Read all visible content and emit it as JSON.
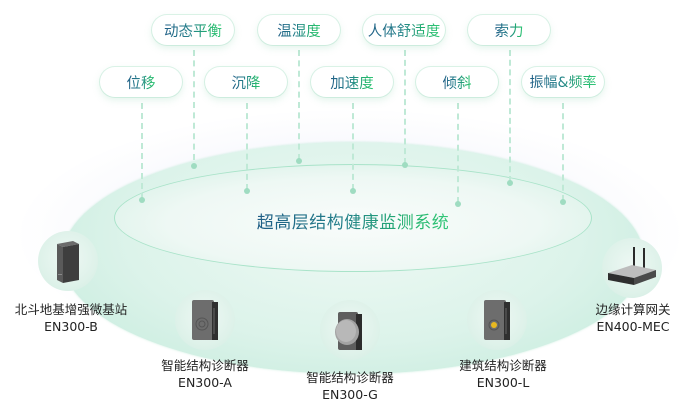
{
  "title": "超高层结构健康监测系统",
  "colors": {
    "gradient_start": "#1f5e86",
    "gradient_end": "#34c879",
    "ellipse_fill": "#d8f1e7",
    "ellipse_border": "#a9e3c9",
    "connector": "#bfe9d6"
  },
  "metrics_top_row": [
    {
      "label": "动态平衡"
    },
    {
      "label": "温湿度"
    },
    {
      "label": "人体舒适度"
    },
    {
      "label": "索力"
    }
  ],
  "metrics_bottom_row": [
    {
      "label": "位移"
    },
    {
      "label": "沉降"
    },
    {
      "label": "加速度"
    },
    {
      "label": "倾斜"
    },
    {
      "label": "振幅&频率"
    }
  ],
  "devices": [
    {
      "name": "北斗地基增强微基站",
      "model": "EN300-B",
      "icon": "base-station-icon"
    },
    {
      "name": "智能结构诊断器",
      "model": "EN300-A",
      "icon": "diagnostic-device-icon"
    },
    {
      "name": "智能结构诊断器",
      "model": "EN300-G",
      "icon": "diagnostic-device-round-icon"
    },
    {
      "name": "建筑结构诊断器",
      "model": "EN300-L",
      "icon": "diagnostic-device-yellow-icon"
    },
    {
      "name": "边缘计算网关",
      "model": "EN400-MEC",
      "icon": "router-gateway-icon"
    }
  ]
}
